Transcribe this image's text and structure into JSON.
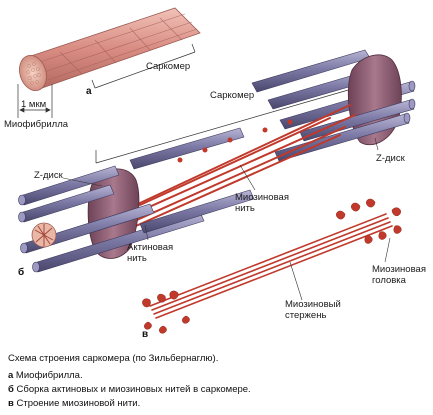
{
  "figure": {
    "labels": {
      "sarcomere_a": "Саркомер",
      "scale": "1 мкм",
      "myofibril": "Миофибрилла",
      "sarcomere_b": "Саркомер",
      "z_disk_left": "Z-диск",
      "z_disk_right": "Z-диск",
      "myosin_filament": "Миозиновая\nнить",
      "actin_filament": "Актиновая\nнить",
      "myosin_head": "Миозиновая\nголовка",
      "myosin_shaft": "Миозиновый\nстержень"
    },
    "part_letters": {
      "a": "а",
      "b": "б",
      "c": "в"
    },
    "colors": {
      "actin": "#7d7aa6",
      "myosin": "#c0392b",
      "z_disk": "#8a5a6e",
      "myofibril": "#d98d83"
    }
  },
  "caption": {
    "title": "Схема строения саркомера (по Зильбернаглю).",
    "items": [
      {
        "letter": "а",
        "text": " Миофибрилла."
      },
      {
        "letter": "б",
        "text": " Сборка актиновых и миозиновых нитей в саркомере."
      },
      {
        "letter": "в",
        "text": " Строение миозиновой нити."
      }
    ]
  }
}
